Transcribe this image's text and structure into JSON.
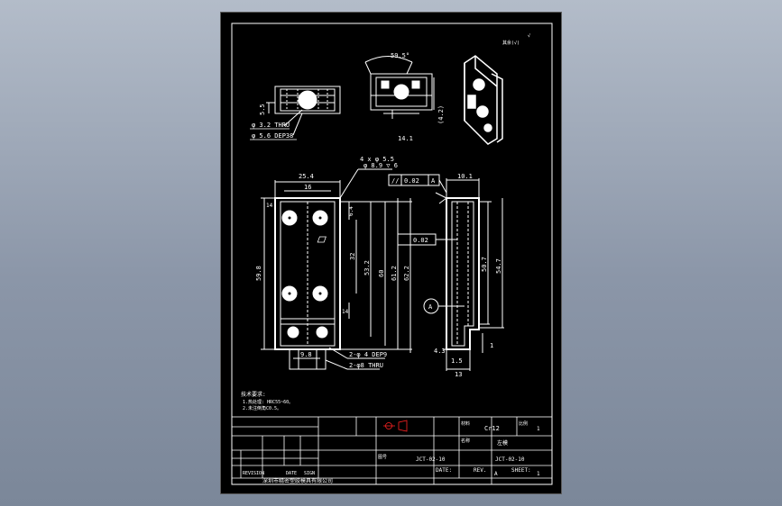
{
  "colors": {
    "background": "#8b96a8",
    "sheet": "#000000",
    "lines": "#ffffff",
    "red_mark": "#ff2222"
  },
  "corner_note": {
    "line1": "√",
    "line2": "其余(√)"
  },
  "top_views": {
    "left_view": {
      "dim_5_5": "5.5",
      "hole_note_1": "φ 3.2 THRU",
      "hole_note_2": "φ 5.6 DEP38"
    },
    "middle_view": {
      "dim_angle": "59.5°",
      "dim_right": "(4.2)",
      "dim_bottom": "14.1"
    }
  },
  "front_view": {
    "dim_top_width": "25.4",
    "dim_inner_width": "16",
    "hole_callout_1": "4 x φ 5.5",
    "hole_callout_2": "φ 8.9 ▽ 6",
    "dim_height_total": "59.8",
    "dim_6_4": "6.4",
    "dim_32": "32",
    "dim_53_2": "53.2",
    "dim_60": "60",
    "dim_61_2": "61.2",
    "dim_62_2": "62.2",
    "dim_14": "14",
    "dim_bottom": "9.8",
    "hole_note_1": "2-φ 4 DEP9",
    "hole_note_2": "2-φ8 THRU",
    "dim_left_14": "14"
  },
  "side_view": {
    "parallelism_symbol": "//",
    "parallelism_value": "0.02",
    "datum_label": "A",
    "dim_top": "10.1",
    "flatness_value": "0.02",
    "dim_50_7": "50.7",
    "dim_54_7": "54.7",
    "datum_circle": "A",
    "dim_4_3": "4.3",
    "dim_1": "1",
    "dim_1_5": "1.5",
    "dim_13": "13"
  },
  "technical_notes": {
    "title": "技术要求:",
    "line1": "1.热处理: HRC55~60。",
    "line2": "2.未注倒角C0.5。"
  },
  "title_block": {
    "material_label": "材料",
    "material_value": "Cr12",
    "scale_label": "比例",
    "scale_value": "1",
    "drawing_no_label": "图号",
    "drawing_no_value": "JCT-02-10",
    "part_no_value": "JCT-02-10",
    "part_name_label": "名称",
    "part_name_value": "左模",
    "date_label": "DATE:",
    "rev_label": "REV.",
    "rev_value": "A",
    "sheet_label": "SHEET:",
    "sheet_value": "1",
    "revision_row_label": "REVISION",
    "date_col": "DATE",
    "sign_col": "SIGN",
    "company": "深圳市精密塑胶模具有限公司"
  }
}
